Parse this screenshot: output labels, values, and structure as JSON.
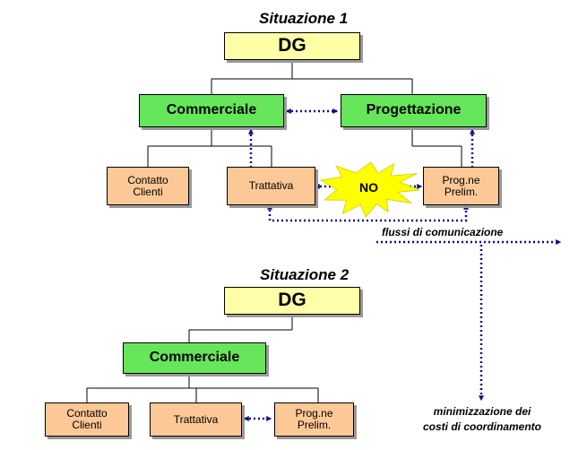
{
  "situation1": {
    "title": "Situazione 1",
    "dg": "DG",
    "commerciale": "Commerciale",
    "progettazione": "Progettazione",
    "contatto_clienti": "Contatto\nClienti",
    "trattativa": "Trattativa",
    "progne_prelim": "Prog.ne\nPrelim.",
    "no_label": "NO",
    "flow_label": "flussi di comunicazione"
  },
  "situation2": {
    "title": "Situazione 2",
    "dg": "DG",
    "commerciale": "Commerciale",
    "contatto_clienti": "Contatto\nClienti",
    "trattativa": "Trattativa",
    "progne_prelim": "Prog.ne\nPrelim."
  },
  "conclusion": {
    "text": "minimizzazione dei\ncosti di coordinamento"
  },
  "colors": {
    "dg_fill": "#ffffa8",
    "unit_fill": "#66e65a",
    "task_fill": "#fcc896",
    "arrow_color": "#0b0b8c",
    "burst_fill": "#ffff00"
  }
}
